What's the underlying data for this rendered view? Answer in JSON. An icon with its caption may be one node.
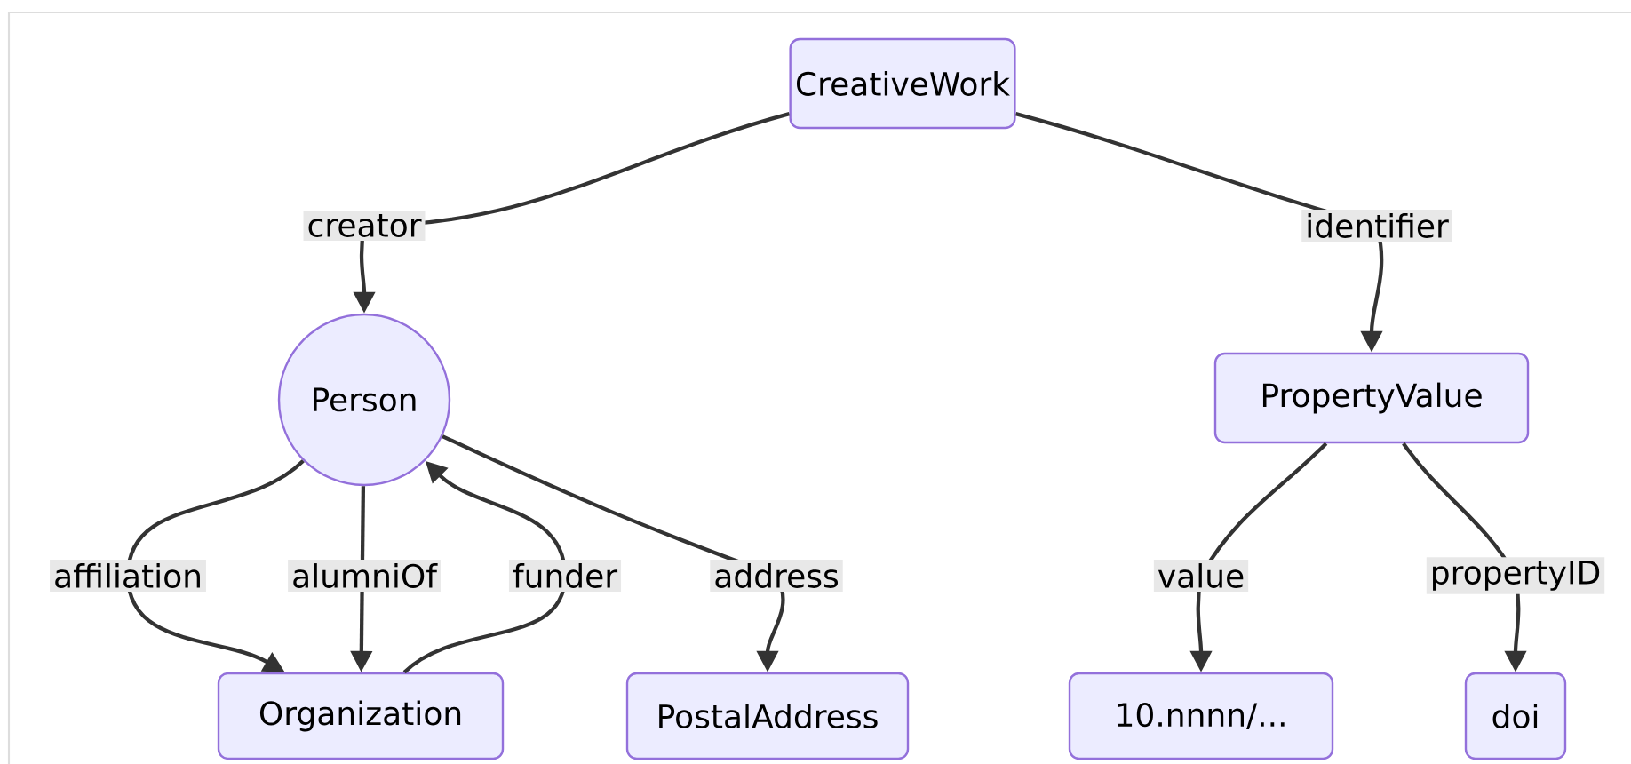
{
  "diagram": {
    "nodes": [
      {
        "text": [
          "CreativeWork"
        ]
      },
      {
        "text": [
          "Person"
        ]
      },
      {
        "text": [
          "PropertyValue"
        ]
      },
      {
        "text": [
          "Organization"
        ]
      },
      {
        "text": [
          "PostalAddress"
        ]
      },
      {
        "text": [
          "10.nnnn/..."
        ]
      },
      {
        "text": [
          "doi"
        ]
      }
    ],
    "edges": [
      {
        "from": 0,
        "to": 1,
        "arrow": "to",
        "label": "creator"
      },
      {
        "from": 0,
        "to": 2,
        "arrow": "to",
        "label": "identifier"
      },
      {
        "from": 1,
        "to": 3,
        "arrow": "to",
        "label": "affiliation"
      },
      {
        "from": 1,
        "to": 3,
        "arrow": "to",
        "label": "alumniOf"
      },
      {
        "from": 3,
        "to": 1,
        "arrow": "to",
        "label": "funder"
      },
      {
        "from": 1,
        "to": 4,
        "arrow": "to",
        "label": "address"
      },
      {
        "from": 2,
        "to": 5,
        "arrow": "to",
        "label": "value"
      },
      {
        "from": 2,
        "to": 6,
        "arrow": "to",
        "label": "propertyID"
      }
    ]
  }
}
